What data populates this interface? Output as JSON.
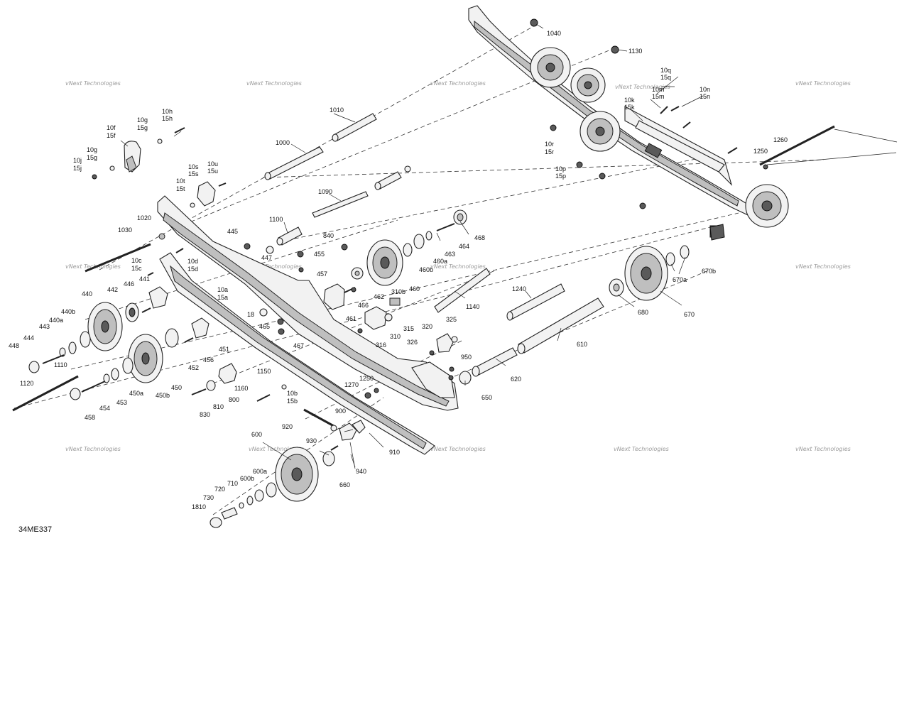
{
  "diagram_ref": "34ME337",
  "watermark": {
    "text": "vNext Technologies"
  },
  "callouts": [
    {
      "id": "c1040",
      "text": "1040"
    },
    {
      "id": "c1130",
      "text": "1130"
    },
    {
      "id": "c10q",
      "text": "10q"
    },
    {
      "id": "c15q",
      "text": "15q"
    },
    {
      "id": "c10m",
      "text": "10m"
    },
    {
      "id": "c15m",
      "text": "15m"
    },
    {
      "id": "c10n",
      "text": "10n"
    },
    {
      "id": "c15n",
      "text": "15n"
    },
    {
      "id": "c10k",
      "text": "10k"
    },
    {
      "id": "c15k",
      "text": "15k"
    },
    {
      "id": "c1010",
      "text": "1010"
    },
    {
      "id": "c1000",
      "text": "1000"
    },
    {
      "id": "c10h",
      "text": "10h"
    },
    {
      "id": "c15h",
      "text": "15h"
    },
    {
      "id": "c10g1",
      "text": "10g"
    },
    {
      "id": "c15g1",
      "text": "15g"
    },
    {
      "id": "c10f",
      "text": "10f"
    },
    {
      "id": "c15f",
      "text": "15f"
    },
    {
      "id": "c10g2",
      "text": "10g"
    },
    {
      "id": "c15g2",
      "text": "15g"
    },
    {
      "id": "c10j",
      "text": "10j"
    },
    {
      "id": "c15j",
      "text": "15j"
    },
    {
      "id": "c10s",
      "text": "10s"
    },
    {
      "id": "c15s",
      "text": "15s"
    },
    {
      "id": "c10u",
      "text": "10u"
    },
    {
      "id": "c15u",
      "text": "15u"
    },
    {
      "id": "c10t",
      "text": "10t"
    },
    {
      "id": "c15t",
      "text": "15t"
    },
    {
      "id": "c10r",
      "text": "10r"
    },
    {
      "id": "c15r",
      "text": "15r"
    },
    {
      "id": "c10p",
      "text": "10p"
    },
    {
      "id": "c15p",
      "text": "15p"
    },
    {
      "id": "c1250a",
      "text": "1250"
    },
    {
      "id": "c1260",
      "text": "1260"
    },
    {
      "id": "c1090",
      "text": "1090"
    },
    {
      "id": "c1020",
      "text": "1020"
    },
    {
      "id": "c1030",
      "text": "1030"
    },
    {
      "id": "c1100",
      "text": "1100"
    },
    {
      "id": "c445",
      "text": "445"
    },
    {
      "id": "c840",
      "text": "840"
    },
    {
      "id": "c447",
      "text": "447"
    },
    {
      "id": "c455",
      "text": "455"
    },
    {
      "id": "c457",
      "text": "457"
    },
    {
      "id": "c468",
      "text": "468"
    },
    {
      "id": "c464",
      "text": "464"
    },
    {
      "id": "c463",
      "text": "463"
    },
    {
      "id": "c460a",
      "text": "460a"
    },
    {
      "id": "c460b",
      "text": "460b"
    },
    {
      "id": "c460",
      "text": "460"
    },
    {
      "id": "c670b",
      "text": "670b"
    },
    {
      "id": "c670a",
      "text": "670a"
    },
    {
      "id": "c670",
      "text": "670"
    },
    {
      "id": "c680",
      "text": "680"
    },
    {
      "id": "c10c",
      "text": "10c"
    },
    {
      "id": "c15c",
      "text": "15c"
    },
    {
      "id": "c10d",
      "text": "10d"
    },
    {
      "id": "c15d",
      "text": "15d"
    },
    {
      "id": "c440",
      "text": "440"
    },
    {
      "id": "c442",
      "text": "442"
    },
    {
      "id": "c446",
      "text": "446"
    },
    {
      "id": "c441",
      "text": "441"
    },
    {
      "id": "c10a",
      "text": "10a"
    },
    {
      "id": "c15a",
      "text": "15a"
    },
    {
      "id": "c462",
      "text": "462"
    },
    {
      "id": "c466",
      "text": "466"
    },
    {
      "id": "c310b",
      "text": "310b"
    },
    {
      "id": "c1140",
      "text": "1140"
    },
    {
      "id": "c1240",
      "text": "1240"
    },
    {
      "id": "c440b",
      "text": "440b"
    },
    {
      "id": "c440a",
      "text": "440a"
    },
    {
      "id": "c443",
      "text": "443"
    },
    {
      "id": "c444",
      "text": "444"
    },
    {
      "id": "c448",
      "text": "448"
    },
    {
      "id": "c18",
      "text": "18"
    },
    {
      "id": "c465",
      "text": "465"
    },
    {
      "id": "c461",
      "text": "461"
    },
    {
      "id": "c310",
      "text": "310"
    },
    {
      "id": "c315",
      "text": "315"
    },
    {
      "id": "c320",
      "text": "320"
    },
    {
      "id": "c325",
      "text": "325"
    },
    {
      "id": "c467",
      "text": "467"
    },
    {
      "id": "c316",
      "text": "316"
    },
    {
      "id": "c326",
      "text": "326"
    },
    {
      "id": "c451",
      "text": "451"
    },
    {
      "id": "c456",
      "text": "456"
    },
    {
      "id": "c452",
      "text": "452"
    },
    {
      "id": "c610",
      "text": "610"
    },
    {
      "id": "c1110",
      "text": "1110"
    },
    {
      "id": "c950",
      "text": "950"
    },
    {
      "id": "c1150",
      "text": "1150"
    },
    {
      "id": "c1250b",
      "text": "1250"
    },
    {
      "id": "c1270",
      "text": "1270"
    },
    {
      "id": "c620",
      "text": "620"
    },
    {
      "id": "c650",
      "text": "650"
    },
    {
      "id": "c1120",
      "text": "1120"
    },
    {
      "id": "c450a",
      "text": "450a"
    },
    {
      "id": "c450b",
      "text": "450b"
    },
    {
      "id": "c450",
      "text": "450"
    },
    {
      "id": "c454",
      "text": "454"
    },
    {
      "id": "c453",
      "text": "453"
    },
    {
      "id": "c458",
      "text": "458"
    },
    {
      "id": "c1160",
      "text": "1160"
    },
    {
      "id": "c10b",
      "text": "10b"
    },
    {
      "id": "c15b",
      "text": "15b"
    },
    {
      "id": "c800",
      "text": "800"
    },
    {
      "id": "c810",
      "text": "810"
    },
    {
      "id": "c830",
      "text": "830"
    },
    {
      "id": "c900",
      "text": "900"
    },
    {
      "id": "c920",
      "text": "920"
    },
    {
      "id": "c930",
      "text": "930"
    },
    {
      "id": "c910",
      "text": "910"
    },
    {
      "id": "c940",
      "text": "940"
    },
    {
      "id": "c600",
      "text": "600"
    },
    {
      "id": "c660",
      "text": "660"
    },
    {
      "id": "c600a",
      "text": "600a"
    },
    {
      "id": "c600b",
      "text": "600b"
    },
    {
      "id": "c710",
      "text": "710"
    },
    {
      "id": "c720",
      "text": "720"
    },
    {
      "id": "c730",
      "text": "730"
    },
    {
      "id": "c1810",
      "text": "1810"
    }
  ]
}
